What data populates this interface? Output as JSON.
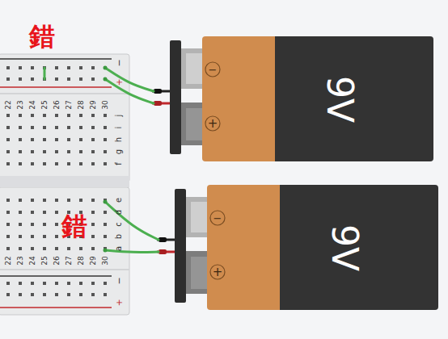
{
  "diagram": {
    "nodes": [
      {
        "text": [
          "−",
          "+",
          "9V"
        ]
      },
      {
        "text": [
          "−",
          "+",
          "9V"
        ]
      }
    ],
    "labels": [
      "錯",
      "−",
      "+",
      "22",
      "23",
      "24",
      "25",
      "26",
      "27",
      "28",
      "29",
      "30",
      "j",
      "i",
      "h",
      "g",
      "f",
      "e",
      "d",
      "c",
      "b",
      "a",
      "錯",
      "22",
      "23",
      "24",
      "25",
      "26",
      "27",
      "28",
      "29",
      "30",
      "−",
      "+"
    ]
  }
}
